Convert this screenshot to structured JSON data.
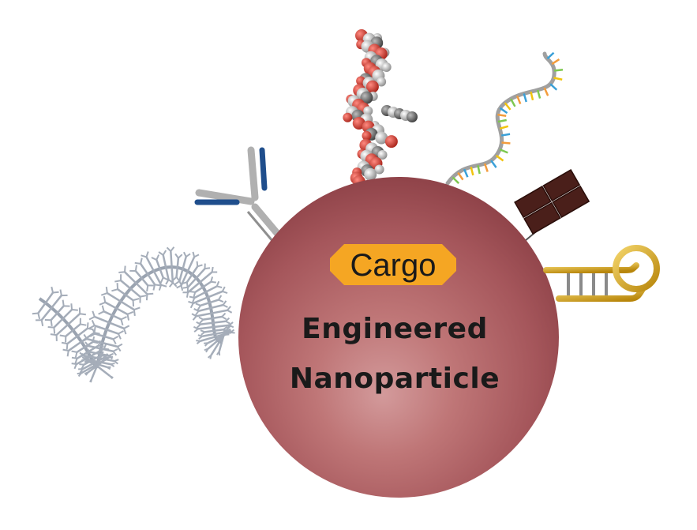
{
  "diagram": {
    "cargo_label": "Cargo",
    "particle_label_line1": "Engineered",
    "particle_label_line2": "Nanoparticle",
    "components": [
      {
        "name": "antibody",
        "icon": "antibody-icon"
      },
      {
        "name": "peptide",
        "icon": "peptide-molecule-icon"
      },
      {
        "name": "nucleic-acid",
        "icon": "nucleic-acid-strand-icon"
      },
      {
        "name": "protein",
        "icon": "protein-blocks-icon"
      },
      {
        "name": "aptamer",
        "icon": "hairpin-aptamer-icon"
      },
      {
        "name": "polymer",
        "icon": "branched-polymer-icon"
      }
    ],
    "colors": {
      "particle": "#a8575d",
      "particle_highlight": "#c98a8c",
      "cargo_fill": "#f5a623",
      "antibody_grey": "#a8a8a8",
      "antibody_blue": "#1f4e8c",
      "peptide_red": "#c0392b",
      "protein_brown": "#4a1f1a",
      "aptamer_gold": "#d4a017",
      "polymer_grey": "#9aa3b0",
      "strand_grey": "#a0a0a0"
    }
  }
}
